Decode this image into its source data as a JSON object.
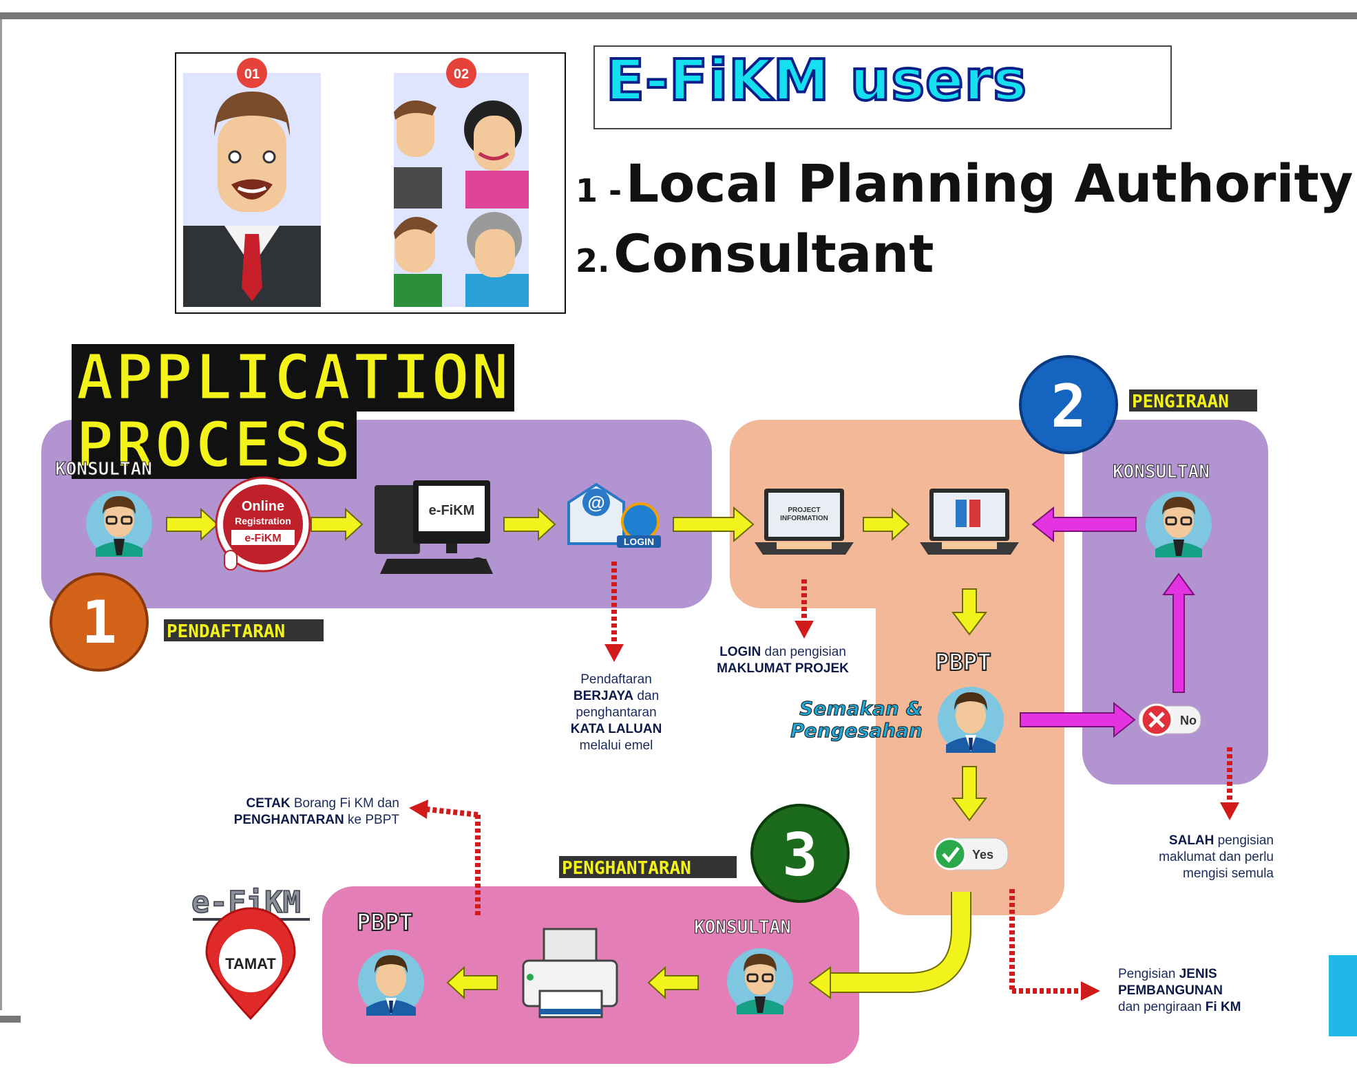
{
  "header": {
    "title": "E-FiKM users",
    "badge_1": "01",
    "badge_2": "02"
  },
  "roles": [
    {
      "num": "1 -",
      "label": "Local Planning Authority"
    },
    {
      "num": "2.",
      "label": "Consultant"
    }
  ],
  "process": {
    "title_line1": "APPLICATION",
    "title_line2": "PROCESS",
    "stage1": {
      "number": "1",
      "label": "PENDAFTARAN",
      "actor": "KONSULTAN"
    },
    "stage2": {
      "number": "2",
      "label": "PENGIRAAN",
      "actor": "KONSULTAN"
    },
    "stage3": {
      "number": "3",
      "label": "PENGHANTARAN",
      "actor": "KONSULTAN"
    },
    "online_reg_line1": "Online",
    "online_reg_line2": "Registration",
    "efikm_brand": "e-FiKM",
    "login_badge": "LOGIN",
    "project_info_line1": "PROJECT",
    "project_info_line2": "INFORMATION",
    "pbpt": "PBPT",
    "semakan_line1": "Semakan &",
    "semakan_line2": "Pengesahan",
    "no": "No",
    "yes": "Yes",
    "tamat": "TAMAT"
  },
  "notes": {
    "pendaftaran": {
      "l1": "Pendaftaran",
      "l2": "BERJAYA",
      "l2b": " dan",
      "l3": "penghantaran",
      "l4": "KATA LALUAN",
      "l5": "melalui  emel"
    },
    "login": {
      "l1a": "LOGIN",
      "l1b": " dan pengisian",
      "l2": "MAKLUMAT PROJEK"
    },
    "salah": {
      "l1a": "SALAH",
      "l1b": " pengisian",
      "l2": "maklumat dan perlu",
      "l3": "mengisi semula"
    },
    "cetak": {
      "l1a": "CETAK",
      "l1b": " Borang Fi KM dan",
      "l2a": "PENGHANTARAN",
      "l2b": " ke PBPT"
    },
    "jenis": {
      "l1a": "Pengisian ",
      "l1b": "JENIS",
      "l2": "PEMBANGUNAN",
      "l3a": "dan pengiraan ",
      "l3b": "Fi KM"
    }
  },
  "colors": {
    "purple": "#b294d0",
    "peach": "#f2b898",
    "pink": "#e37fb6",
    "arrow_yellow": "#f2f21c",
    "arrow_magenta": "#e433e0",
    "dotted_red": "#d11a1a",
    "badge1": "#d4631a",
    "badge2": "#1565c0",
    "badge3": "#1c6b1c"
  }
}
